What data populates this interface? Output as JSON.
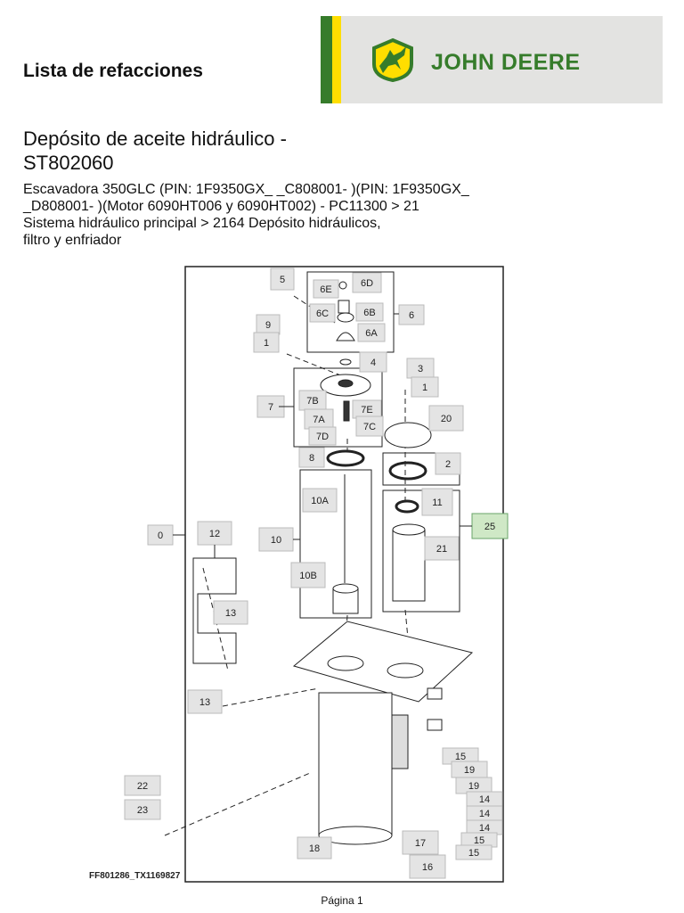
{
  "header": {
    "doc_title": "Lista de refacciones",
    "brand_name": "JOHN DEERE",
    "brand_colors": {
      "green": "#367c2b",
      "yellow": "#ffde00",
      "panel": "#e3e3e1"
    }
  },
  "section": {
    "title_line1": "Depósito de aceite hidráulico -",
    "title_line2": "ST802060",
    "subtitle_lines": [
      "Escavadora 350GLC (PIN: 1F9350GX_ _C808001- )(PIN: 1F9350GX_",
      "_D808001- )(Motor 6090HT006 y 6090HT002) - PC11300 > 21",
      "Sistema hidráulico principal > 2164 Depósito hidráulicos,",
      "filtro y enfriador"
    ]
  },
  "diagram": {
    "figure_id": "FF801286_TX1169827",
    "callouts": [
      "5",
      "6E",
      "6D",
      "6C",
      "6B",
      "6",
      "9",
      "1",
      "6A",
      "4",
      "3",
      "1",
      "7B",
      "7",
      "7E",
      "7A",
      "7D",
      "7C",
      "20",
      "8",
      "2",
      "10A",
      "11",
      "0",
      "12",
      "10",
      "25",
      "21",
      "10B",
      "13",
      "13",
      "15",
      "19",
      "19",
      "22",
      "14",
      "23",
      "14",
      "14",
      "15",
      "18",
      "17",
      "15",
      "16"
    ],
    "highlight_callout": "25",
    "highlight_color": "#cfe8c6"
  },
  "footer": {
    "page_label": "Página 1"
  }
}
